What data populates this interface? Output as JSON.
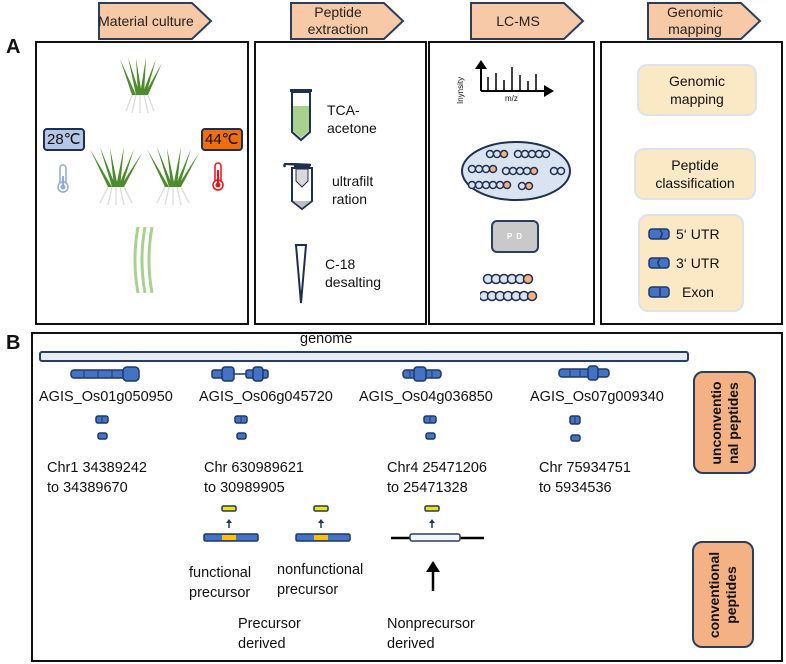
{
  "panels": {
    "a_label": "A",
    "b_label": "B"
  },
  "steps": [
    {
      "label": "Material culture"
    },
    {
      "label": "Peptide extraction"
    },
    {
      "label": "LC-MS"
    },
    {
      "label": "Genomic mapping"
    }
  ],
  "material_culture": {
    "temp_low": "28℃",
    "temp_high": "44℃",
    "temp_low_color": "#b4c7e7",
    "temp_high_color": "#f26d0e"
  },
  "peptide_extraction": {
    "items": [
      {
        "label_line1": "TCA-",
        "label_line2": "acetone",
        "icon": "tube-icon"
      },
      {
        "label_line1": "ultrafilt",
        "label_line2": "ration",
        "icon": "filter-tube-icon"
      },
      {
        "label_line1": "C-18",
        "label_line2": "desalting",
        "icon": "pipette-tip-icon"
      }
    ]
  },
  "lcms": {
    "y_axis": "Inynsity",
    "x_axis": "m/z",
    "software": "P D"
  },
  "genomic_mapping": {
    "box1_line1": "Genomic",
    "box1_line2": "mapping",
    "box2_line1": "Peptide",
    "box2_line2": "classification",
    "legend": [
      {
        "label": "5‘ UTR"
      },
      {
        "label": "3‘ UTR"
      },
      {
        "label": "Exon"
      }
    ]
  },
  "panel_b": {
    "genome_label": "genome",
    "genes": [
      {
        "id": "AGIS_Os01g050950",
        "coord_line1": "Chr1 34389242",
        "coord_line2": "to 34389670"
      },
      {
        "id": "AGIS_Os06g045720",
        "coord_line1": "Chr 630989621",
        "coord_line2": "to 30989905"
      },
      {
        "id": "AGIS_Os04g036850",
        "coord_line1": "Chr4 25471206",
        "coord_line2": "to 25471328"
      },
      {
        "id": "AGIS_Os07g009340",
        "coord_line1": "Chr 75934751",
        "coord_line2": "to 5934536"
      }
    ],
    "unconventional_tag_line1": "unconventio",
    "unconventional_tag_line2": "nal peptides",
    "conventional_tag_line1": "conventional",
    "conventional_tag_line2": "peptides",
    "functional_line1": "functional",
    "functional_line2": "precursor",
    "nonfunctional_line1": "nonfunctional",
    "nonfunctional_line2": "precursor",
    "precursor_derived_line1": "Precursor",
    "precursor_derived_line2": "derived",
    "nonprecursor_derived_line1": "Nonprecursor",
    "nonprecursor_derived_line2": "derived"
  },
  "colors": {
    "step_fill": "#f8c9a6",
    "step_stroke": "#2a3e62",
    "gene_blue": "#4472c4",
    "gene_stroke": "#1f3864",
    "peptide_yellow": "#f5e400",
    "tag_orange": "#f4b183"
  }
}
